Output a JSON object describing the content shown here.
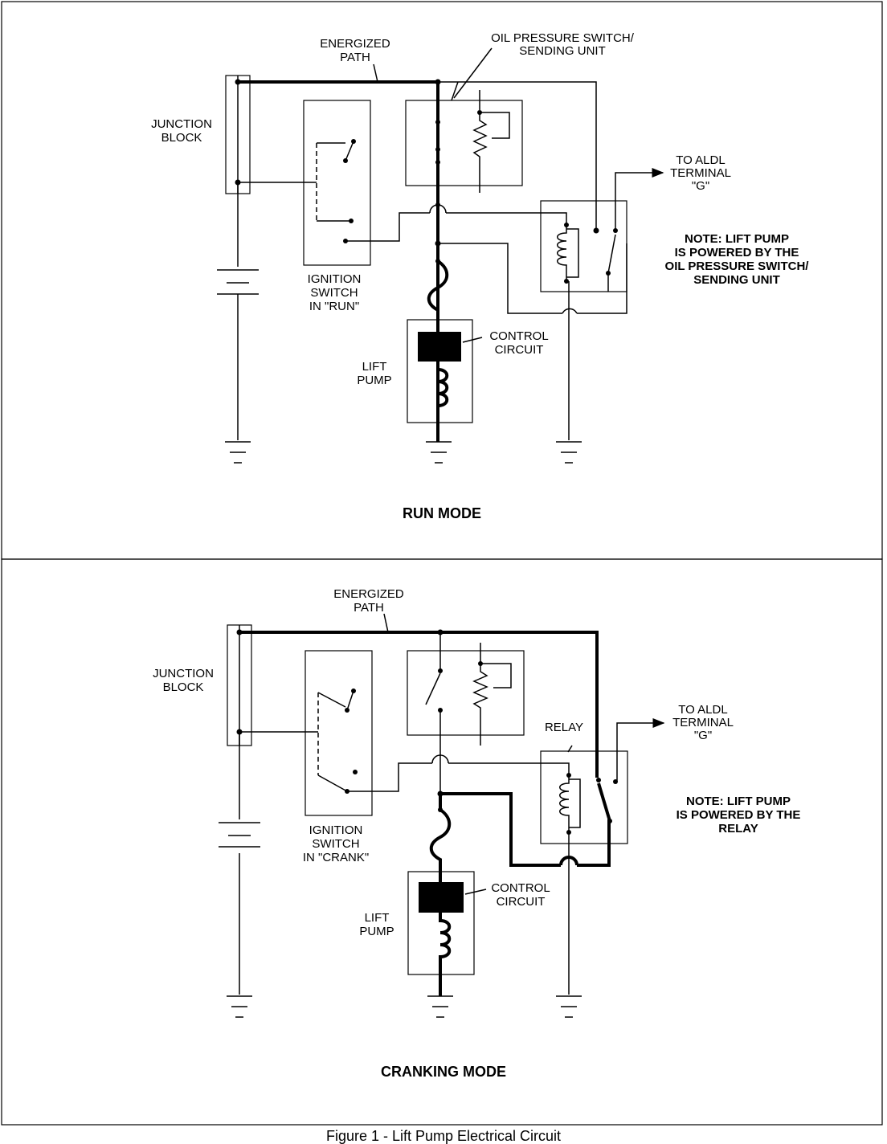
{
  "run_panel": {
    "title": "RUN MODE",
    "energized_path": [
      "ENERGIZED",
      "PATH"
    ],
    "oil_switch": [
      "OIL PRESSURE SWITCH/",
      "SENDING UNIT"
    ],
    "junction_block": [
      "JUNCTION",
      "BLOCK"
    ],
    "aldl": [
      "TO ALDL",
      "TERMINAL",
      "\"G\""
    ],
    "note": [
      "NOTE: LIFT PUMP",
      "IS POWERED BY THE",
      "OIL PRESSURE SWITCH/",
      "SENDING UNIT"
    ],
    "ignition": [
      "IGNITION",
      "SWITCH",
      "IN \"RUN\""
    ],
    "control": [
      "CONTROL",
      "CIRCUIT"
    ],
    "lift_pump": [
      "LIFT",
      "PUMP"
    ]
  },
  "crank_panel": {
    "title": "CRANKING MODE",
    "energized_path": [
      "ENERGIZED",
      "PATH"
    ],
    "junction_block": [
      "JUNCTION",
      "BLOCK"
    ],
    "relay": "RELAY",
    "aldl": [
      "TO ALDL",
      "TERMINAL",
      "\"G\""
    ],
    "note": [
      "NOTE: LIFT PUMP",
      "IS POWERED BY THE",
      "RELAY"
    ],
    "ignition": [
      "IGNITION",
      "SWITCH",
      "IN \"CRANK\""
    ],
    "control": [
      "CONTROL",
      "CIRCUIT"
    ],
    "lift_pump": [
      "LIFT",
      "PUMP"
    ]
  },
  "caption": "Figure 1 - Lift Pump Electrical Circuit"
}
